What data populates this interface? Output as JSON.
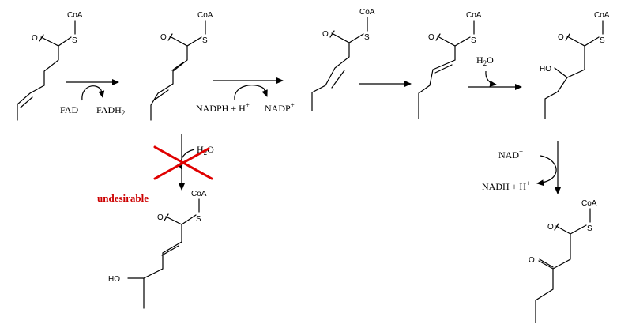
{
  "atoms": {
    "coa": "CoA",
    "s": "S",
    "o": "O",
    "ho": "HO"
  },
  "cofactors": {
    "fad": "FAD",
    "fadh2": "FADH",
    "fadh2_sub": "2",
    "nadph": "NADPH + H",
    "nadph_sup": "+",
    "nadp": "NADP",
    "nadp_sup": "+",
    "water": "H",
    "water_sub": "2",
    "water_o": "O",
    "nad": "NAD",
    "nad_sup": "+",
    "nadh": "NADH + H",
    "nadh_sup": "+"
  },
  "annotations": {
    "undesirable": "undesirable"
  },
  "colors": {
    "warning": "#cc0000",
    "bonds": "#000000"
  }
}
